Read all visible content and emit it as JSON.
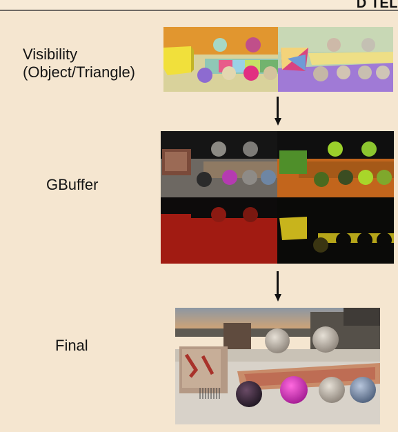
{
  "header": {
    "logo_text": "D TEL"
  },
  "stages": [
    {
      "label_lines": [
        "Visibility",
        "(Object/Triangle)"
      ]
    },
    {
      "label_lines": [
        "GBuffer"
      ]
    },
    {
      "label_lines": [
        "Final"
      ]
    }
  ],
  "colors": {
    "background": "#f5e6d0",
    "arrow": "#111111"
  }
}
